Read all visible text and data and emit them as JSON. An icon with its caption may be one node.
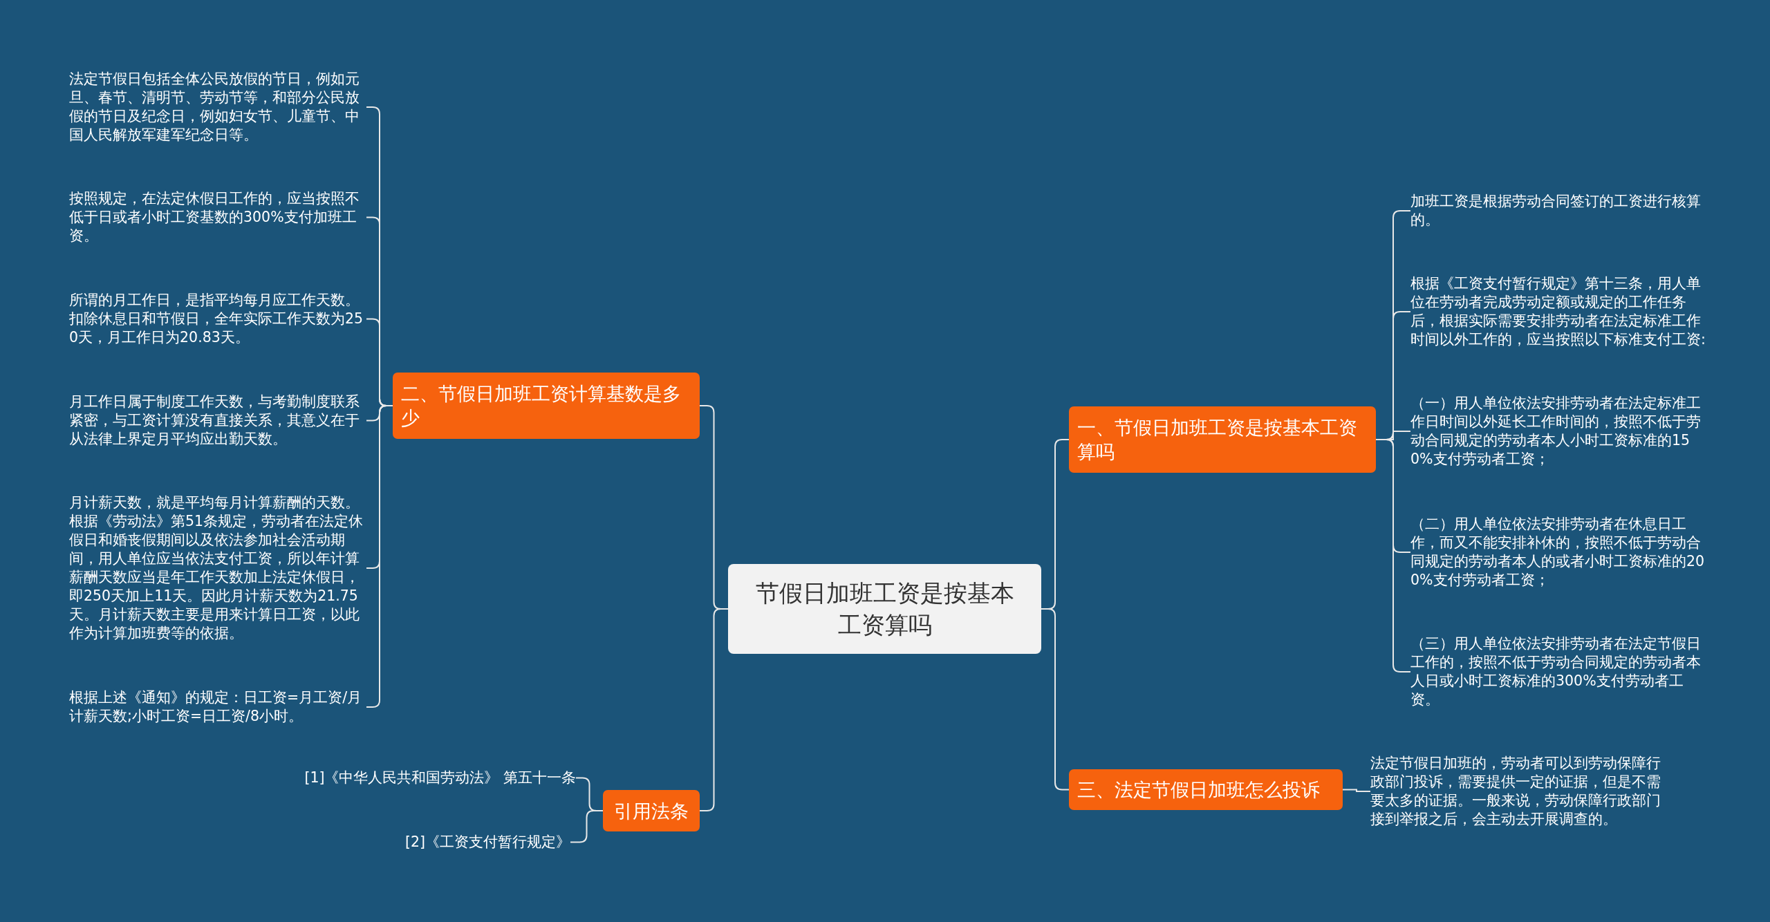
{
  "diagram": {
    "nodes": [
      {
        "text": [
          "节假日加班工资是按基本工资算吗"
        ]
      },
      {
        "text": [
          "二、节假日加班工资计算基数是多少"
        ]
      },
      {
        "text": [
          "法定节假日包括全体公民放假的节日，例如元旦、春节、清明节、劳动节等，和部分公民放假的节日及纪念日，例如妇女节、儿童节、中国人民解放军建军纪念日等。"
        ]
      },
      {
        "text": [
          "按照规定，在法定休假日工作的，应当按照不低于日或者小时工资基数的300%支付加班工资。"
        ]
      },
      {
        "text": [
          "所谓的月工作日，是指平均每月应工作天数。扣除休息日和节假日，全年实际工作天数为250天，月工作日为20.83天。"
        ]
      },
      {
        "text": [
          "月工作日属于制度工作天数，与考勤制度联系紧密，与工资计算没有直接关系，其意义在于从法律上界定月平均应出勤天数。"
        ]
      },
      {
        "text": [
          "月计薪天数，就是平均每月计算薪酬的天数。根据《劳动法》第51条规定，劳动者在法定休假日和婚丧假期间以及依法参加社会活动期间，用人单位应当依法支付工资，所以年计算薪酬天数应当是年工作天数加上法定休假日，即250天加上11天。因此月计薪天数为21.75天。月计薪天数主要是用来计算日工资，以此作为计算加班费等的依据。"
        ]
      },
      {
        "text": [
          "根据上述《通知》的规定：日工资=月工资/月计薪天数;小时工资=日工资/8小时。"
        ]
      },
      {
        "text": [
          "引用法条"
        ]
      },
      {
        "text": [
          "[1]《中华人民共和国劳动法》 第五十一条"
        ]
      },
      {
        "text": [
          "[2]《工资支付暂行规定》"
        ]
      },
      {
        "text": [
          "一、节假日加班工资是按基本工资算吗"
        ]
      },
      {
        "text": [
          "加班工资是根据劳动合同签订的工资进行核算的。"
        ]
      },
      {
        "text": [
          "根据《工资支付暂行规定》第十三条，用人单位在劳动者完成劳动定额或规定的工作任务后，根据实际需要安排劳动者在法定标准工作时间以外工作的，应当按照以下标准支付工资:"
        ]
      },
      {
        "text": [
          "（一）用人单位依法安排劳动者在法定标准工作日时间以外延长工作时间的，按照不低于劳动合同规定的劳动者本人小时工资标准的150%支付劳动者工资；"
        ]
      },
      {
        "text": [
          "（二）用人单位依法安排劳动者在休息日工作，而又不能安排补休的，按照不低于劳动合同规定的劳动者本人的或者小时工资标准的200%支付劳动者工资；"
        ]
      },
      {
        "text": [
          "（三）用人单位依法安排劳动者在法定节假日工作的，按照不低于劳动合同规定的劳动者本人日或小时工资标准的300%支付劳动者工资。"
        ]
      },
      {
        "text": [
          "三、法定节假日加班怎么投诉"
        ]
      },
      {
        "text": [
          "法定节假日加班的，劳动者可以到劳动保障行政部门投诉，需要提供一定的证据，但是不需要太多的证据。一般来说，劳动保障行政部门接到举报之后，会主动去开展调查的。"
        ]
      }
    ],
    "edges": [
      {
        "from": 0,
        "to": 1,
        "arrow": "none"
      },
      {
        "from": 1,
        "to": 2,
        "arrow": "none"
      },
      {
        "from": 1,
        "to": 3,
        "arrow": "none"
      },
      {
        "from": 1,
        "to": 4,
        "arrow": "none"
      },
      {
        "from": 1,
        "to": 5,
        "arrow": "none"
      },
      {
        "from": 1,
        "to": 6,
        "arrow": "none"
      },
      {
        "from": 1,
        "to": 7,
        "arrow": "none"
      },
      {
        "from": 0,
        "to": 8,
        "arrow": "none"
      },
      {
        "from": 8,
        "to": 9,
        "arrow": "none"
      },
      {
        "from": 8,
        "to": 10,
        "arrow": "none"
      },
      {
        "from": 0,
        "to": 11,
        "arrow": "none"
      },
      {
        "from": 11,
        "to": 12,
        "arrow": "none"
      },
      {
        "from": 11,
        "to": 13,
        "arrow": "none"
      },
      {
        "from": 11,
        "to": 14,
        "arrow": "none"
      },
      {
        "from": 11,
        "to": 15,
        "arrow": "none"
      },
      {
        "from": 11,
        "to": 16,
        "arrow": "none"
      },
      {
        "from": 0,
        "to": 17,
        "arrow": "none"
      },
      {
        "from": 17,
        "to": 18,
        "arrow": "none"
      }
    ]
  }
}
